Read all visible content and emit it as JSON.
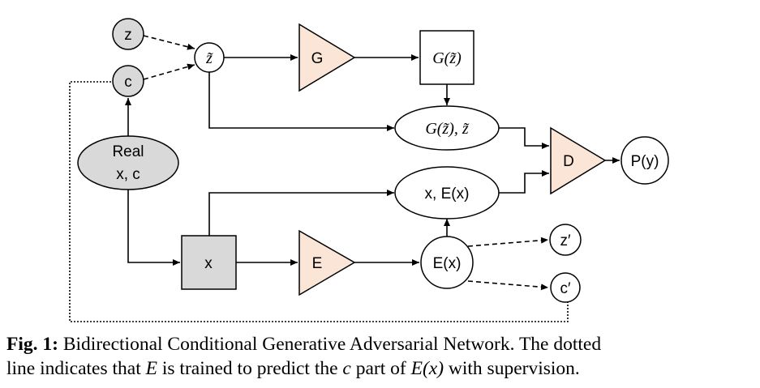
{
  "diagram": {
    "nodes": {
      "z": "z",
      "c": "c",
      "z_tilde": "z̃",
      "real": [
        "Real",
        "x, c"
      ],
      "g": "G",
      "g_z": "G(z̃)",
      "g_pair": "G(z̃), z̃",
      "d": "D",
      "p": "P(y)",
      "x_pair": "x, E(x)",
      "x": "x",
      "e": "E",
      "ex": "E(x)",
      "z_prime": "z′",
      "c_prime": "c′"
    },
    "colors": {
      "triangle_fill": "#fbe5d6",
      "gray_fill": "#d9d9d9",
      "stroke": "#000000"
    }
  },
  "caption": {
    "label": "Fig. 1:",
    "part1": " Bidirectional Conditional Generative Adversarial Network. The dotted",
    "part2": "line indicates that ",
    "E": "E",
    "part3": " is trained to predict the ",
    "c": "c",
    "part4": " part of ",
    "Ex": "E(x)",
    "part5": " with supervision."
  }
}
